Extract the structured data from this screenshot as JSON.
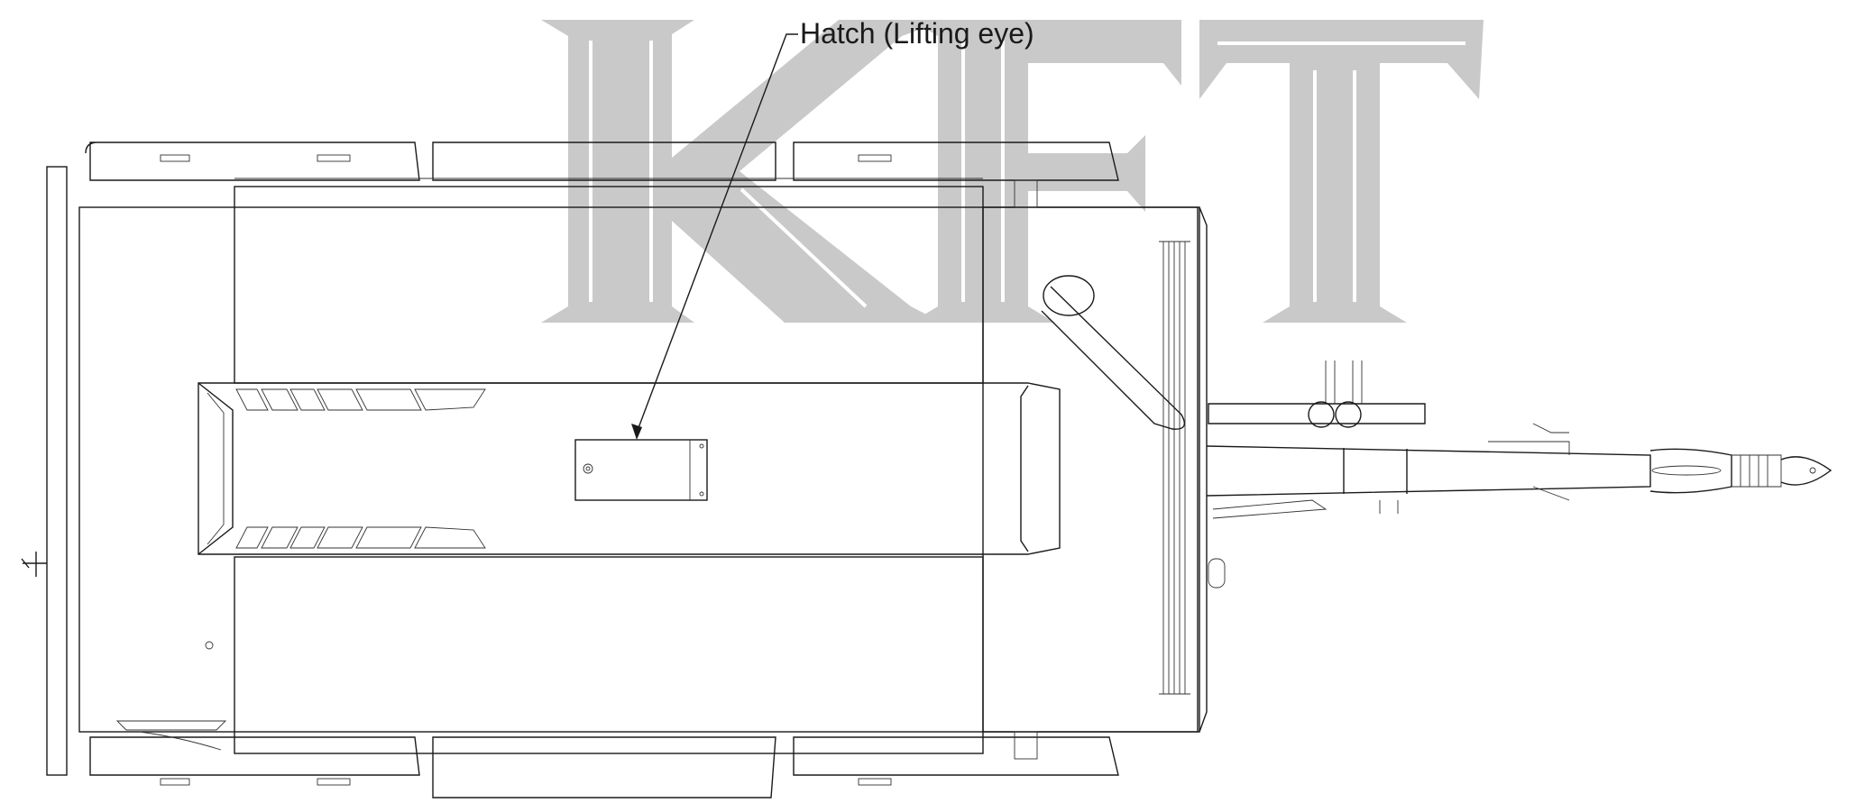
{
  "diagram": {
    "callouts": [
      {
        "id": "hatch",
        "text": "Hatch (Lifting eye)"
      }
    ],
    "watermark": {
      "text": "KFT",
      "color": "#c9c9c9"
    },
    "line_color": "#1a1a1a",
    "background": "#ffffff"
  }
}
